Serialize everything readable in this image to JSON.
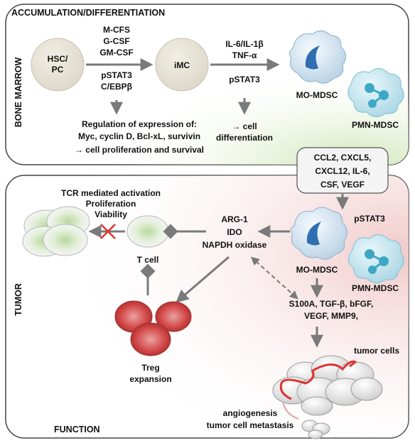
{
  "panels": {
    "bone_marrow": {
      "header": "ACCUMULATION/DIFFERENTIATION",
      "side_label": "BONE MARROW"
    },
    "tumor": {
      "side_label": "TUMOR",
      "footer": "FUNCTION"
    }
  },
  "bone_marrow": {
    "hsc_line1": "HSC/",
    "hsc_line2": "PC",
    "cytokines_1": [
      "M-CFS",
      "G-CSF",
      "GM-CSF"
    ],
    "transcription_1": [
      "pSTAT3",
      "C/EBPβ"
    ],
    "imc": "iMC",
    "cytokines_2": [
      "IL-6/IL-1β",
      "TNF-α"
    ],
    "transcription_2": "pSTAT3",
    "mo_mdsc": "MO-MDSC",
    "pmn_mdsc": "PMN-MDSC",
    "regulation": [
      "Regulation of expression of:",
      "Myc, cyclin D, Bcl-xL, survivin",
      "→ cell proliferation and survival"
    ],
    "differentiation": [
      "→ cell",
      "differentiation"
    ]
  },
  "migration_box": [
    "CCL2, CXCL5,",
    "CXCL12, IL-6,",
    "CSF, VEGF"
  ],
  "tumor": {
    "tcr_text": [
      "TCR mediated activation",
      "Proliferation",
      "Viability"
    ],
    "tcell": "T cell",
    "arg_text": [
      "ARG-1",
      "IDO",
      "NAPDH oxidase"
    ],
    "pstat3": "pSTAT3",
    "mo_mdsc": "MO-MDSC",
    "pmn_mdsc": "PMN-MDSC",
    "factors": [
      "S100A, TGF-β, bFGF,",
      "VEGF, MMP9,"
    ],
    "treg": [
      "Treg",
      "expansion"
    ],
    "tumor_cells": "tumor cells",
    "angiogenesis": [
      "angiogenesis",
      "tumor cell metastasis"
    ]
  }
}
